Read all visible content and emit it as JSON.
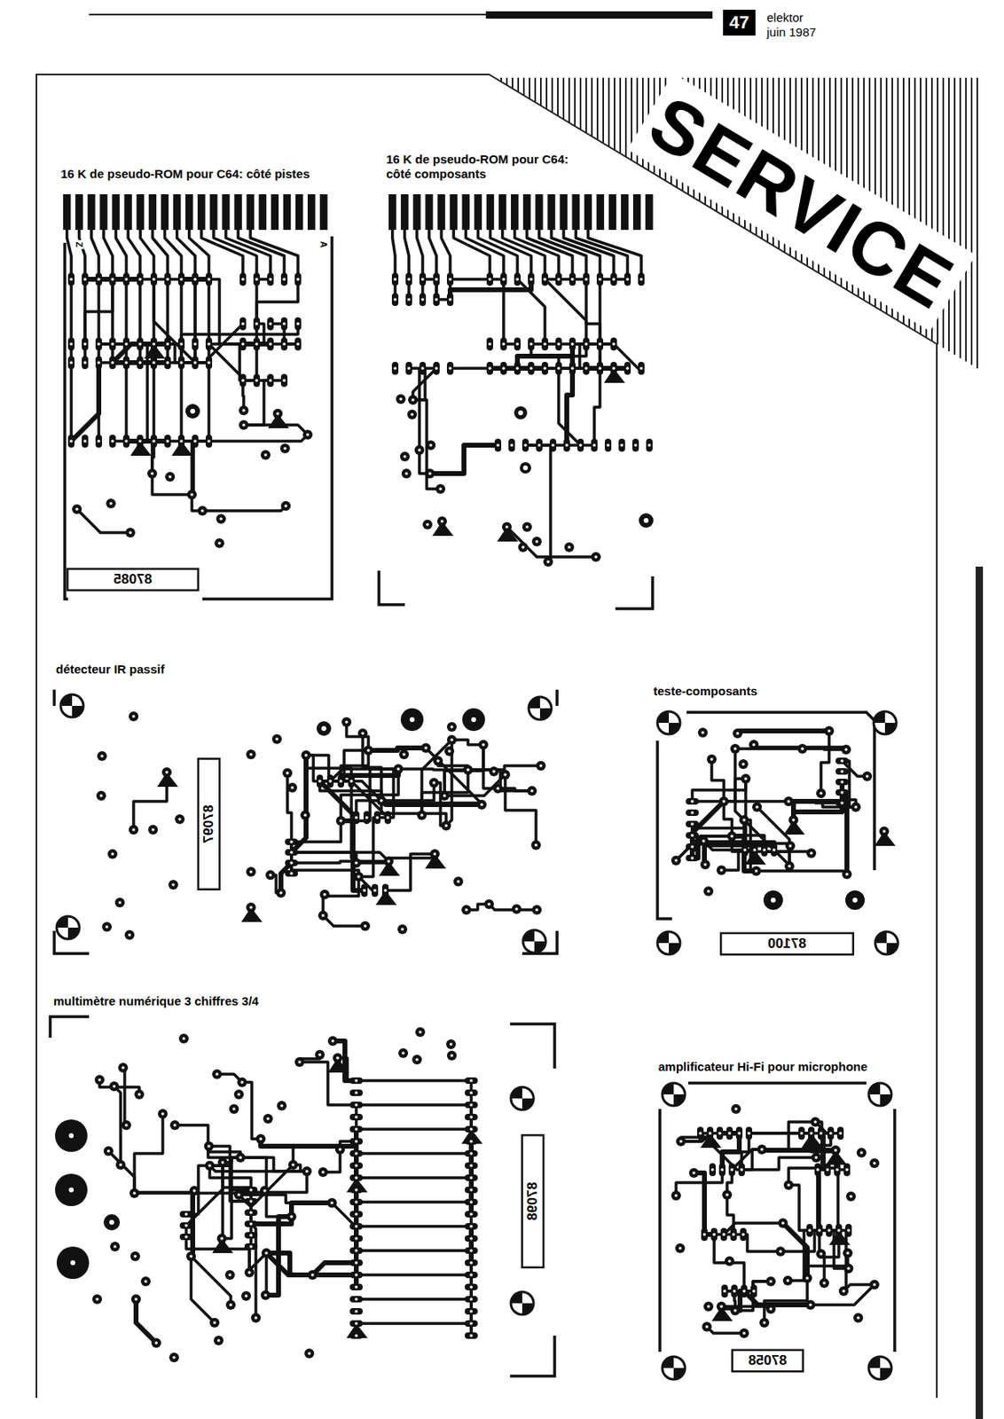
{
  "diagram": {
    "title": "SERVICE",
    "labels": [
      "47",
      "elektor",
      "juin 1987",
      "16 K de pseudo-ROM pour C64: côté pistes",
      "16 K de pseudo-ROM pour C64: côté composants",
      "Z",
      "A",
      "87085",
      "détecteur IR passif",
      "87097",
      "teste-composants",
      "87100",
      "multimètre numérique 3 chiffres 3/4",
      "87098",
      "amplificateur Hi-Fi pour microphone",
      "87058"
    ]
  }
}
